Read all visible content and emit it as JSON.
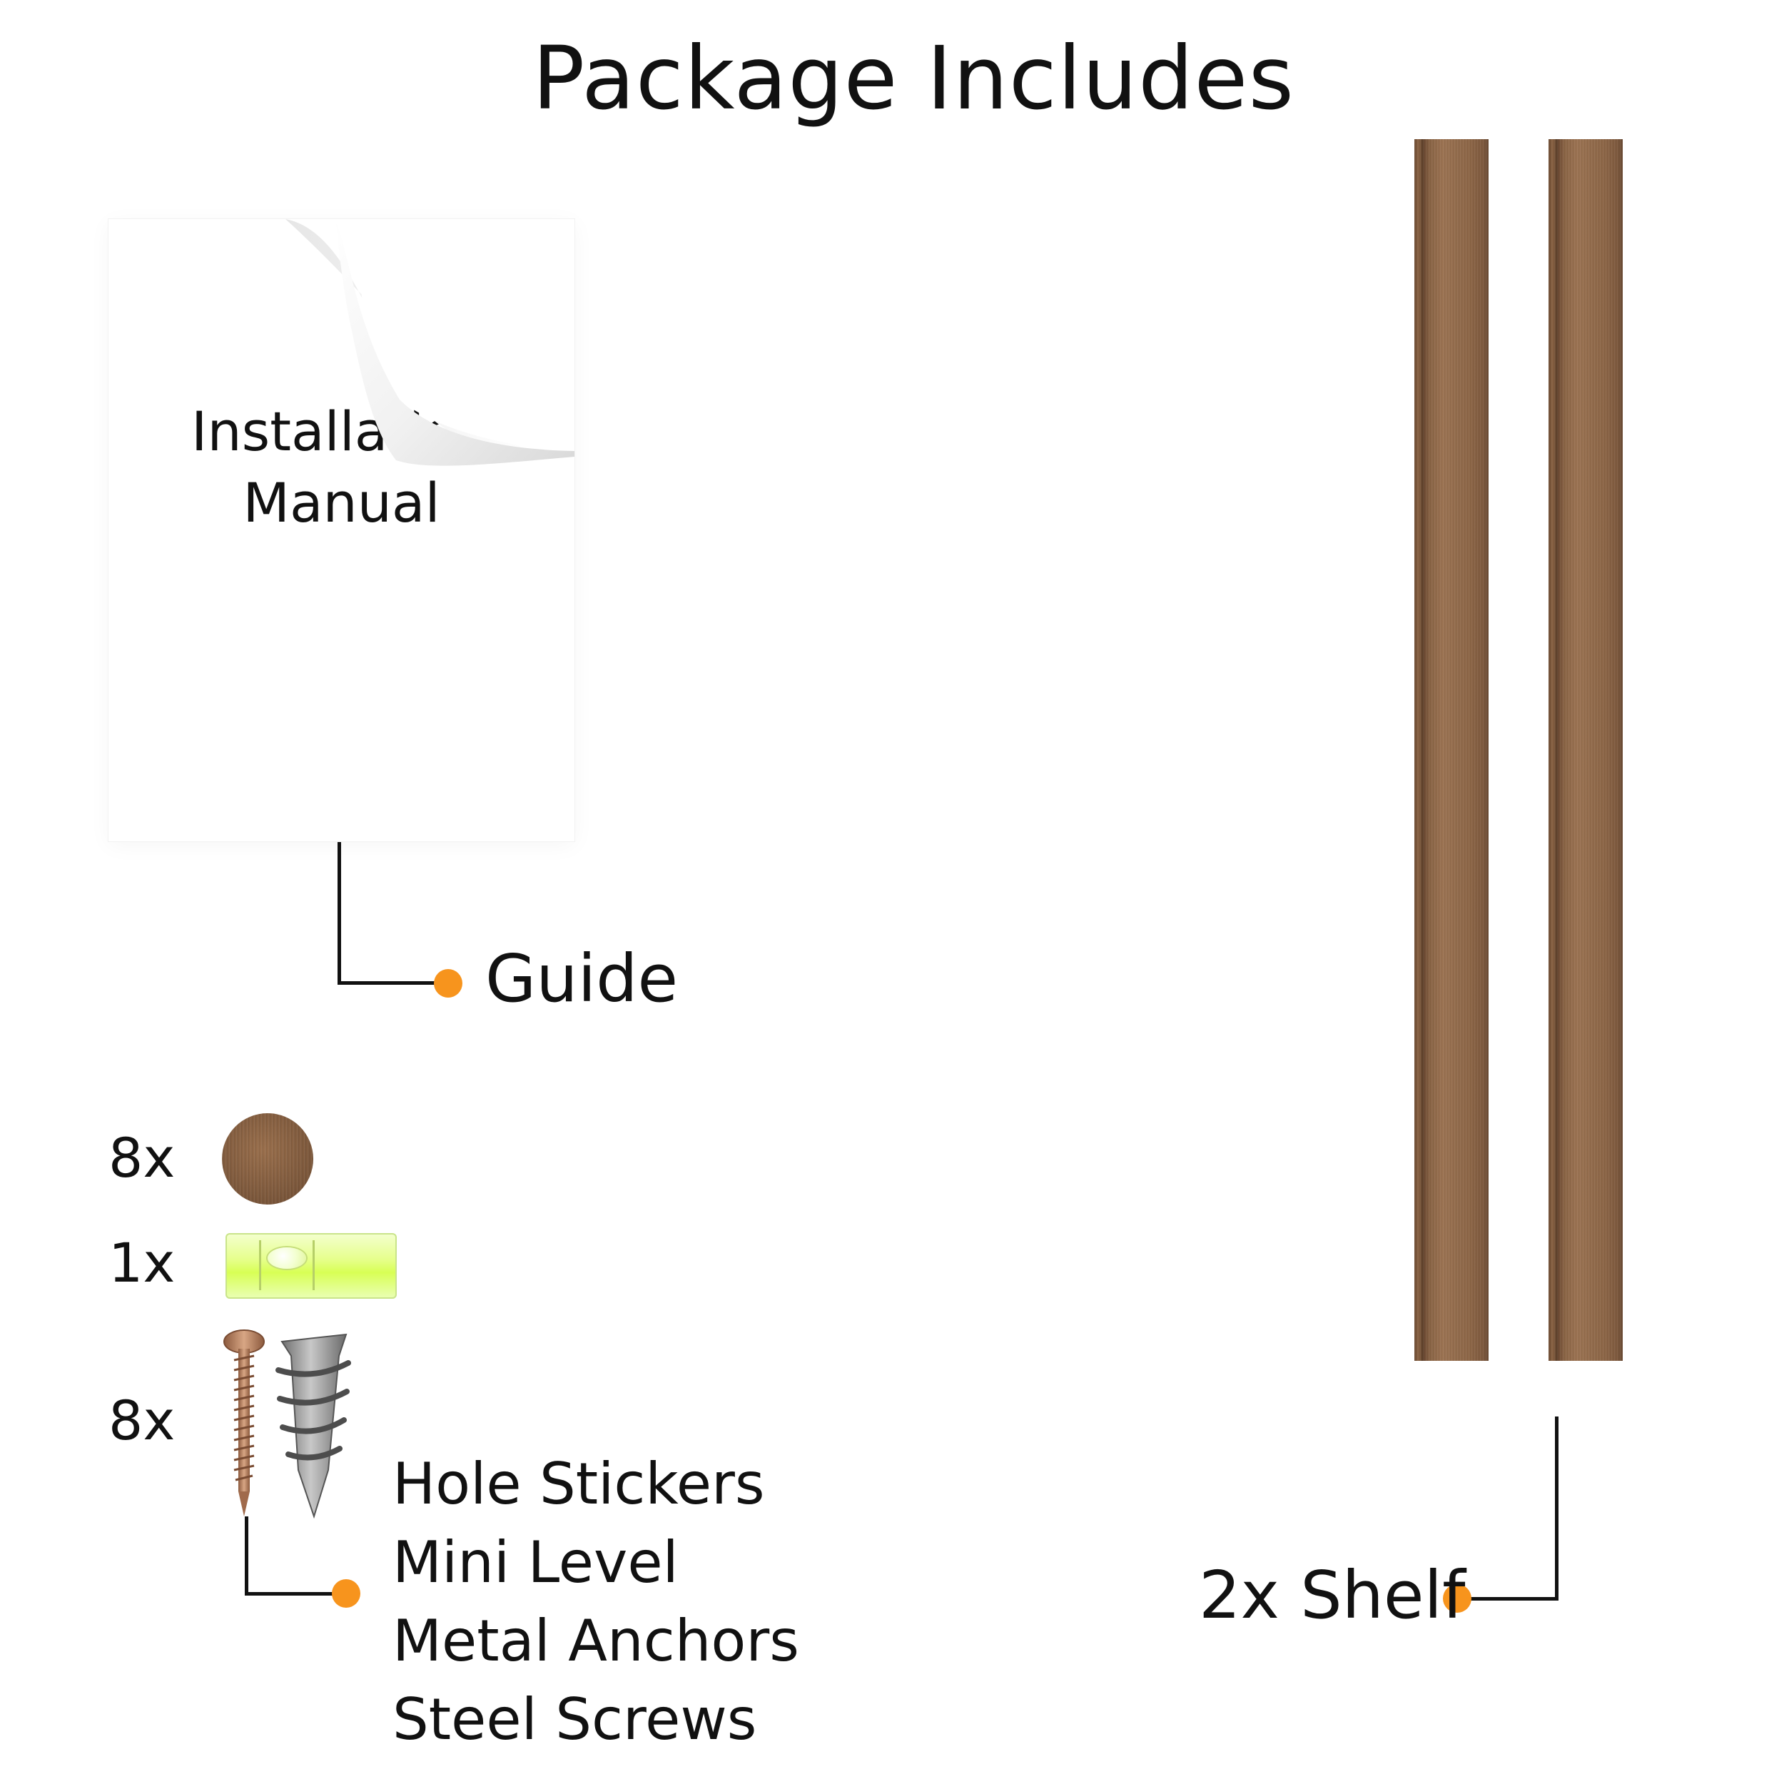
{
  "title": "Package Includes",
  "manual": {
    "line1": "Installation",
    "line2": "Manual",
    "label": "Guide"
  },
  "hardware": {
    "stickers_qty": "8x",
    "level_qty": "1x",
    "screws_qty": "8x",
    "items": [
      "Hole Stickers",
      "Mini Level",
      "Metal Anchors",
      "Steel Screws"
    ]
  },
  "shelf": {
    "label": "2x Shelf"
  },
  "colors": {
    "accent_dot": "#f7941d",
    "wood": "#8c6546"
  }
}
